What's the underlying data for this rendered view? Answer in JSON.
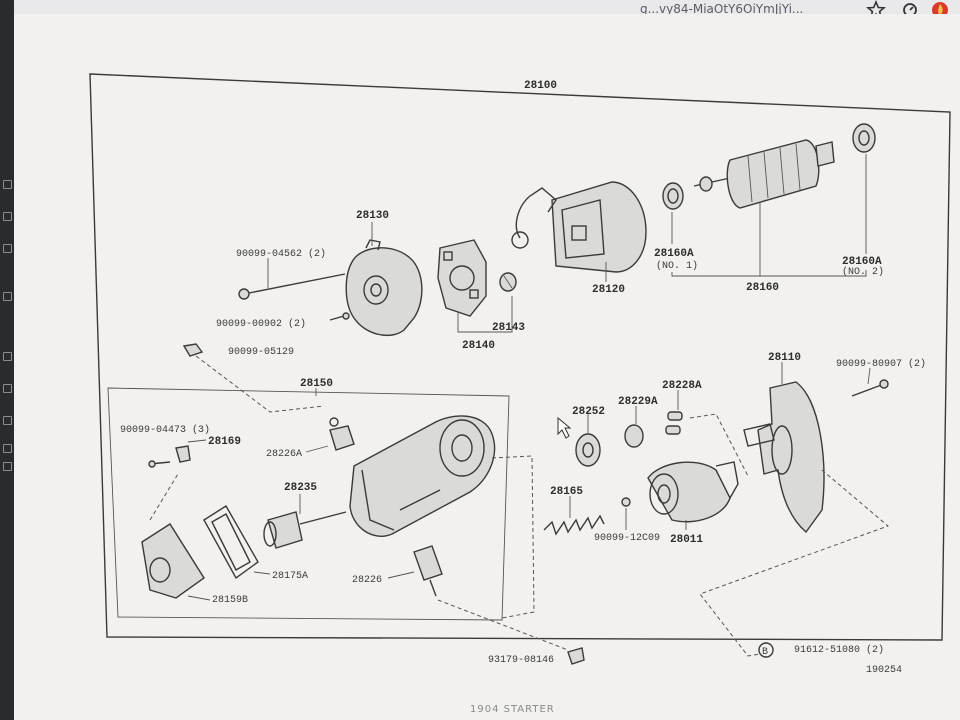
{
  "browser": {
    "url_fragment": "g...vy84-MiaOtY6OiYmJjYi...",
    "icons": [
      "star-icon",
      "refresh-icon",
      "extension-icon"
    ]
  },
  "diagram": {
    "assembly_id": "28100",
    "figure_id": "190254",
    "caption": "1904 STARTER",
    "labels": {
      "p28130": "28130",
      "p90099_04562": "90099-04562 (2)",
      "p90099_00902": "90099-00902 (2)",
      "p90099_05129": "90099-05129",
      "p28140": "28140",
      "p28143": "28143",
      "p28120": "28120",
      "p28160A_1": "28160A",
      "p28160A_1_note": "(NO. 1)",
      "p28160": "28160",
      "p28160A_2": "28160A",
      "p28160A_2_note": "(NO. 2)",
      "p28150": "28150",
      "p90099_04473": "90099-04473 (3)",
      "p28169": "28169",
      "p28226A": "28226A",
      "p28235": "28235",
      "p28175A": "28175A",
      "p28159B": "28159B",
      "p28226": "28226",
      "p28252": "28252",
      "p28229A": "28229A",
      "p28228A": "28228A",
      "p28165": "28165",
      "p90099_12C09": "90099-12C09",
      "p28011": "28011",
      "p28110": "28110",
      "p90099_80907": "90099-80907 (2)",
      "p93179_08146": "93179-08146",
      "p91612_51080": "91612-51080 (2)",
      "circle_marker": "B"
    }
  }
}
